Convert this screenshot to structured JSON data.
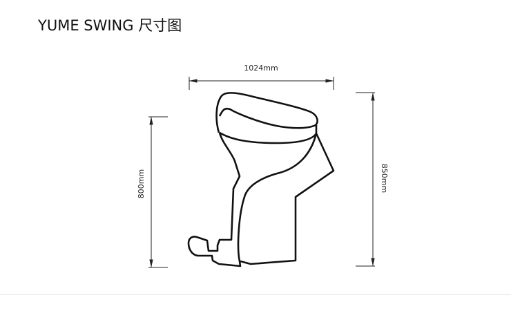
{
  "title": "YUME SWING  尺寸图",
  "dimensions": {
    "width": "1024mm",
    "seat_height": "800mm",
    "total_height": "850mm"
  }
}
